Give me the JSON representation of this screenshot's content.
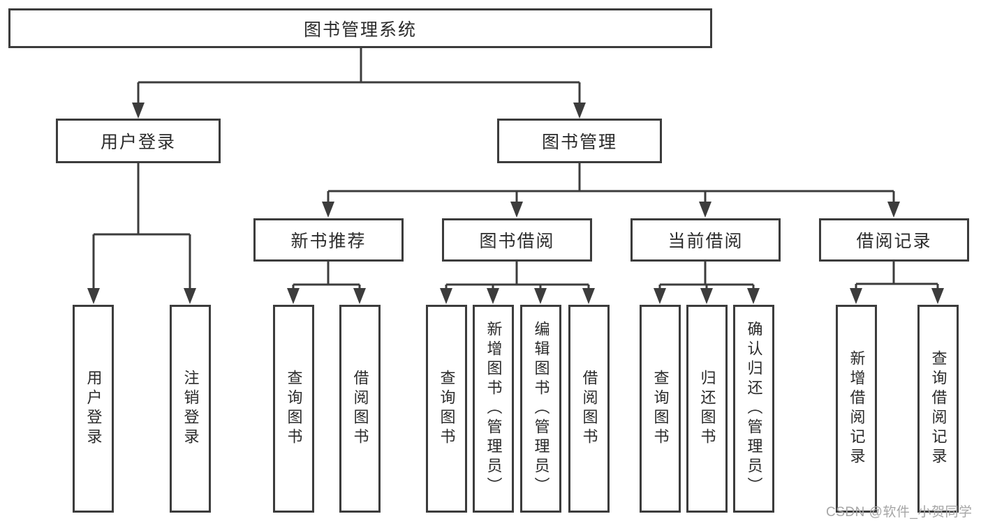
{
  "colors": {
    "line": "#3c3c3c",
    "box_border": "#3c3c3c",
    "text": "#2b2b2b",
    "watermark": "#a6a6a6",
    "background": "#ffffff"
  },
  "tree": {
    "root": {
      "label": "图书管理系统"
    },
    "level2": [
      {
        "label": "用户登录"
      },
      {
        "label": "图书管理"
      }
    ],
    "level3": [
      {
        "label": "新书推荐"
      },
      {
        "label": "图书借阅"
      },
      {
        "label": "当前借阅"
      },
      {
        "label": "借阅记录"
      }
    ],
    "leaves": {
      "user": [
        {
          "label": "用户登录"
        },
        {
          "label": "注销登录"
        }
      ],
      "recommend": [
        {
          "label": "查询图书"
        },
        {
          "label": "借阅图书"
        }
      ],
      "borrow": [
        {
          "label": "查询图书"
        },
        {
          "label": "新增图书（管理员）"
        },
        {
          "label": "编辑图书（管理员）"
        },
        {
          "label": "借阅图书"
        }
      ],
      "current": [
        {
          "label": "查询图书"
        },
        {
          "label": "归还图书"
        },
        {
          "label": "确认归还（管理员）"
        }
      ],
      "records": [
        {
          "label": "新增借阅记录"
        },
        {
          "label": "查询借阅记录"
        }
      ]
    }
  },
  "watermark": {
    "text": "CSDN @软件_小贺同学"
  }
}
